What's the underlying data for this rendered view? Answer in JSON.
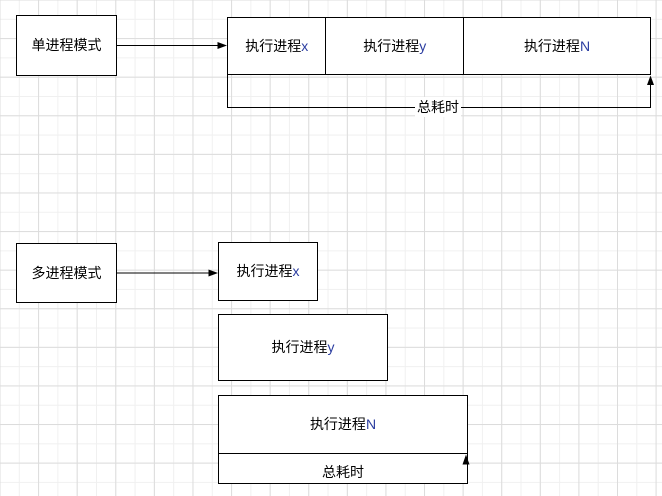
{
  "diagram": {
    "colors": {
      "background": "#ffffff",
      "stroke": "#000000",
      "grid_minor": "#f0f0f0",
      "grid_major": "#dcdcdc",
      "latin_suffix_color": "#2b3da0"
    },
    "single_mode": {
      "title": "单进程模式",
      "processes": [
        {
          "base": "执行进程",
          "var": "x"
        },
        {
          "base": "执行进程",
          "var": "y"
        },
        {
          "base": "执行进程",
          "var": "N"
        }
      ],
      "total_label": "总耗时"
    },
    "multi_mode": {
      "title": "多进程模式",
      "processes": [
        {
          "base": "执行进程",
          "var": "x"
        },
        {
          "base": "执行进程",
          "var": "y"
        },
        {
          "base": "执行进程",
          "var": "N"
        }
      ],
      "total_label": "总耗时"
    }
  }
}
